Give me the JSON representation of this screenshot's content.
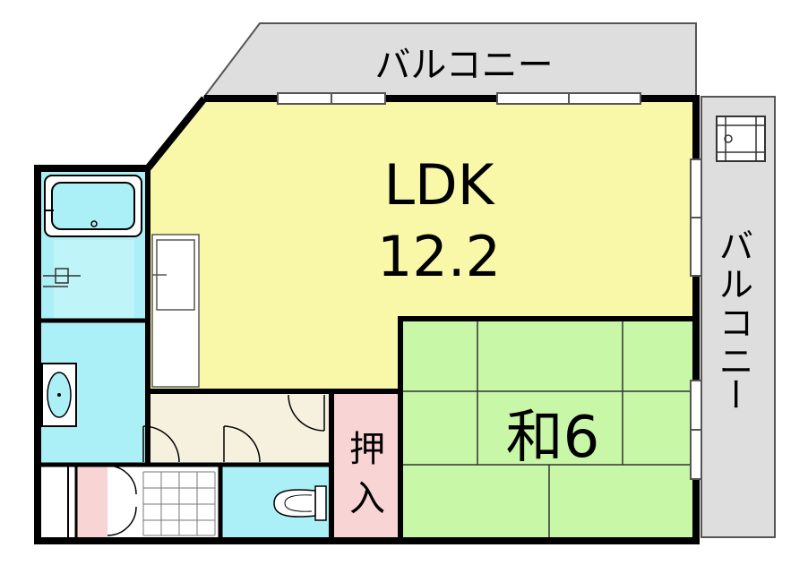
{
  "labels": {
    "balcony_top": "バルコニー",
    "balcony_right": [
      "バ",
      "ル",
      "コ",
      "ニ",
      "ー"
    ],
    "ldk_name": "LDK",
    "ldk_size": "12.2",
    "washitsu": "和6",
    "oshiire": [
      "押",
      "入"
    ]
  },
  "colors": {
    "ldk": "#f8f8a8",
    "washitsu": "#c8f7a8",
    "wet_area": "#aaf0f6",
    "oshiire": "#f8d4d4",
    "hall": "#f5f1de",
    "balcony": "#dedede",
    "wall": "#000000"
  }
}
